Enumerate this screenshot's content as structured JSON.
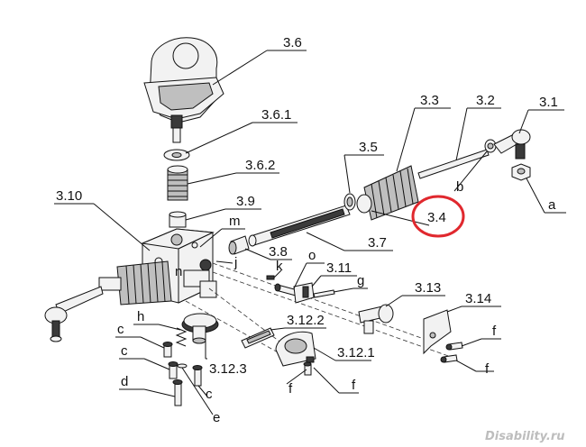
{
  "labels": {
    "l_3_6": "3.6",
    "l_3_6_1": "3.6.1",
    "l_3_6_2": "3.6.2",
    "l_3_3": "3.3",
    "l_3_2": "3.2",
    "l_3_1": "3.1",
    "l_3_5": "3.5",
    "l_3_10": "3.10",
    "l_3_9": "3.9",
    "l_m": "m",
    "l_b": "b",
    "l_3_4": "3.4",
    "l_a": "a",
    "l_3_8": "3.8",
    "l_j": "j",
    "l_3_7": "3.7",
    "l_o": "o",
    "l_n": "n",
    "l_k": "k",
    "l_3_11": "3.11",
    "l_g": "g",
    "l_3_13": "3.13",
    "l_3_14": "3.14",
    "l_h": "h",
    "l_3_12_2": "3.12.2",
    "l_c1": "c",
    "l_c2": "c",
    "l_f1": "f",
    "l_3_12_1": "3.12.1",
    "l_3_12_3": "3.12.3",
    "l_d": "d",
    "l_c3": "c",
    "l_f2": "f",
    "l_f3": "f",
    "l_f4": "f",
    "l_e": "e"
  },
  "highlight_color": "#e0282e",
  "watermark": "Disability.ru"
}
